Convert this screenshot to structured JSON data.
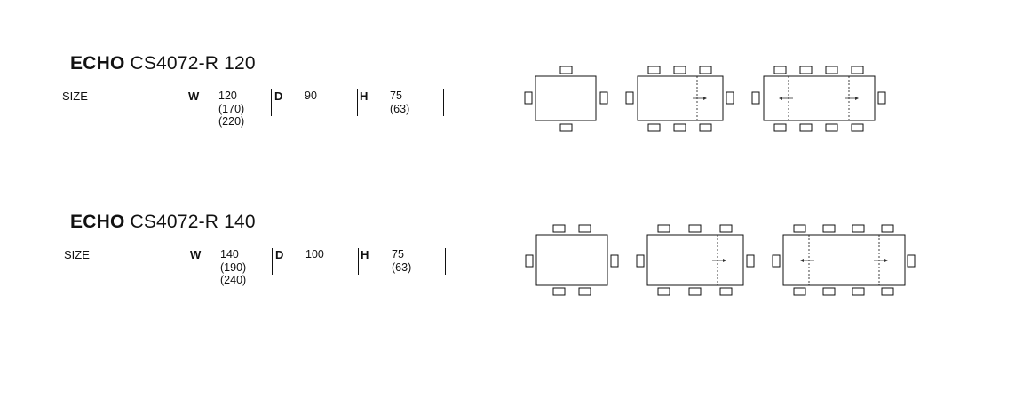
{
  "products": [
    {
      "brand": "ECHO",
      "model": "CS4072-R 120",
      "size_label": "SIZE",
      "w_label": "W",
      "w_values": [
        "120",
        "(170)",
        "(220)"
      ],
      "d_label": "D",
      "d_values": [
        "90"
      ],
      "h_label": "H",
      "h_values": [
        "75",
        "(63)"
      ]
    },
    {
      "brand": "ECHO",
      "model": "CS4072-R 140",
      "size_label": "SIZE",
      "w_label": "W",
      "w_values": [
        "140",
        "(190)",
        "(240)"
      ],
      "d_label": "D",
      "d_values": [
        "100"
      ],
      "h_label": "H",
      "h_values": [
        "75",
        "(63)"
      ]
    }
  ]
}
